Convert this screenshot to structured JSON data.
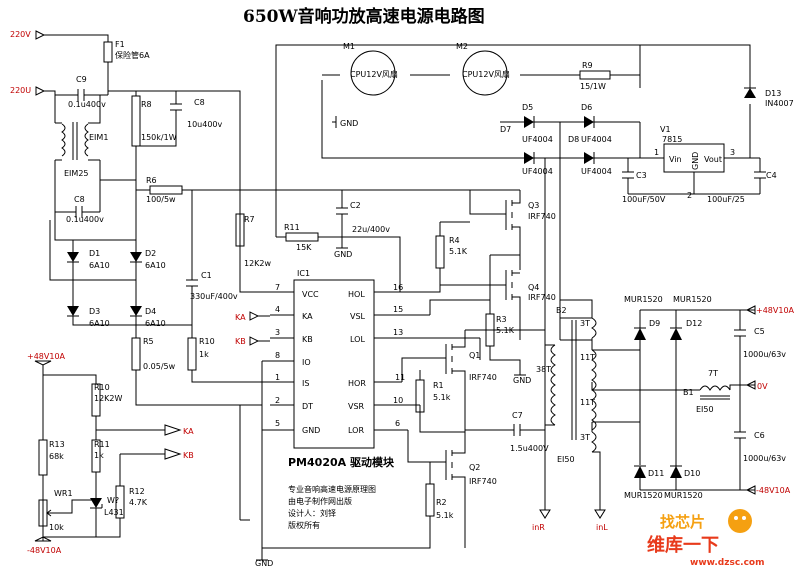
{
  "title": "650W音响功放高速电源电路图",
  "rails": {
    "ac_a": "220V",
    "ac_b": "220U",
    "pos48_top": "+48V10A",
    "pos48_right": "+48V10A",
    "neg48_left": "-48V10A",
    "neg48_right": "-48V10A",
    "zero": "0V"
  },
  "fuse": {
    "ref": "F1",
    "val": "保险管6A"
  },
  "mains": {
    "c9": {
      "ref": "C9",
      "val": "0.1u400v"
    },
    "c8b": {
      "ref": "C8",
      "val": "0.1u400v"
    },
    "eim1": "EIM1",
    "eim25": "EIM25",
    "d1": {
      "ref": "D1",
      "val": "6A10"
    },
    "d2": {
      "ref": "D2",
      "val": "6A10"
    },
    "d3": {
      "ref": "D3",
      "val": "6A10"
    },
    "d4": {
      "ref": "D4",
      "val": "6A10"
    },
    "r8": {
      "ref": "R8",
      "val": "150k/1W"
    },
    "c8": {
      "ref": "C8",
      "val": "10u400v"
    },
    "r6": {
      "ref": "R6",
      "val": "100/5w"
    },
    "c1": {
      "ref": "C1",
      "val": "330uF/400v"
    },
    "r10": {
      "ref": "R10",
      "val": "1k"
    },
    "r5": {
      "ref": "R5",
      "val": "0.05/5w"
    },
    "r7": {
      "ref": "R7",
      "val": "12K2w"
    },
    "r11": {
      "ref": "R11",
      "val": "15K"
    },
    "c2": {
      "ref": "C2",
      "val": "22u/400v"
    }
  },
  "fans": {
    "m1": {
      "ref": "M1",
      "label": "CPU12V风扇"
    },
    "m2": {
      "ref": "M2",
      "label": "CPU12V风扇"
    },
    "r9": {
      "ref": "R9",
      "val": "15/1W"
    },
    "gnd": "GND"
  },
  "aux": {
    "d5": {
      "ref": "D5",
      "val": "UF4004"
    },
    "d6": {
      "ref": "D6",
      "val": "UF4004"
    },
    "d7": {
      "ref": "D7",
      "val": "UF4004"
    },
    "d8": {
      "ref": "D8",
      "val": "UF4004"
    },
    "v1": {
      "ref": "V1",
      "val": "7815"
    },
    "vin": "Vin",
    "vgnd": "GND",
    "vout": "Vout",
    "pin1": "1",
    "pin2": "2",
    "pin3": "3",
    "c3": {
      "ref": "C3",
      "val": "100uF/50V"
    },
    "c4": {
      "ref": "C4",
      "val": "100uF/25"
    },
    "d13": {
      "ref": "D13",
      "val": "IN4007"
    }
  },
  "ic1": {
    "ref": "IC1",
    "module_label": "PM4020A 驱动模块",
    "left_pins": [
      {
        "num": "7",
        "name": "VCC"
      },
      {
        "num": "4",
        "name": "KA"
      },
      {
        "num": "3",
        "name": "KB"
      },
      {
        "num": "8",
        "name": "IO"
      },
      {
        "num": "1",
        "name": "IS"
      },
      {
        "num": "2",
        "name": "DT"
      },
      {
        "num": "5",
        "name": "GND"
      }
    ],
    "right_pins": [
      {
        "num": "16",
        "name": "HOL"
      },
      {
        "num": "15",
        "name": "VSL"
      },
      {
        "num": "13",
        "name": "LOL"
      },
      {
        "num": "11",
        "name": "HOR"
      },
      {
        "num": "10",
        "name": "VSR"
      },
      {
        "num": "6",
        "name": "LOR"
      }
    ]
  },
  "ka": "KA",
  "kb": "KB",
  "power_stage": {
    "q1": {
      "ref": "Q1",
      "val": "IRF740"
    },
    "q2": {
      "ref": "Q2",
      "val": "IRF740"
    },
    "q3": {
      "ref": "Q3",
      "val": "IRF740"
    },
    "q4": {
      "ref": "Q4",
      "val": "IRF740"
    },
    "r1": {
      "ref": "R1",
      "val": "5.1k"
    },
    "r2": {
      "ref": "R2",
      "val": "5.1k"
    },
    "r3": {
      "ref": "R3",
      "val": "5.1K"
    },
    "r4": {
      "ref": "R4",
      "val": "5.1K"
    },
    "c7": {
      "ref": "C7",
      "val": "1.5u400V"
    },
    "gnd": "GND"
  },
  "transformer": {
    "b2": "B2",
    "t38": "38T",
    "t3a": "3T",
    "t11a": "11T",
    "t11b": "11T",
    "t3b": "3T",
    "core": "EI50"
  },
  "output": {
    "d9": {
      "ref": "D9",
      "val": "MUR1520"
    },
    "d10": {
      "ref": "D10",
      "val": "MUR1520"
    },
    "d11": {
      "ref": "D11",
      "val": "MUR1520"
    },
    "d12": {
      "ref": "D12",
      "val": "MUR1520"
    },
    "c5": {
      "ref": "C5",
      "val": "1000u/63v"
    },
    "c6": {
      "ref": "C6",
      "val": "1000u/63v"
    },
    "b1": "B1",
    "b1_turns": "7T",
    "b1_core": "EI50"
  },
  "feedback": {
    "r10": {
      "ref": "R10",
      "val": "12K2W"
    },
    "r13": {
      "ref": "R13",
      "val": "68k"
    },
    "r11": {
      "ref": "R11",
      "val": "1k"
    },
    "wr1": {
      "ref": "WR1",
      "val": "10k"
    },
    "w7": {
      "ref": "W?",
      "val": "L431"
    },
    "r12": {
      "ref": "R12",
      "val": "4.7K"
    }
  },
  "gnd_bottom": "GND",
  "inR": "inR",
  "inL": "inL",
  "notes": [
    "专业音响高速电源原理图",
    "由电子制作网出版",
    "设计人：刘铎",
    "版权所有"
  ],
  "watermark": {
    "line1": "找芯片",
    "line2": "维库一下",
    "url": "www.dzsc.com"
  },
  "colors": {
    "wire": "#000000",
    "red_label": "#c00000",
    "watermark_red": "#e83a1b",
    "watermark_orange": "#f5a011"
  }
}
